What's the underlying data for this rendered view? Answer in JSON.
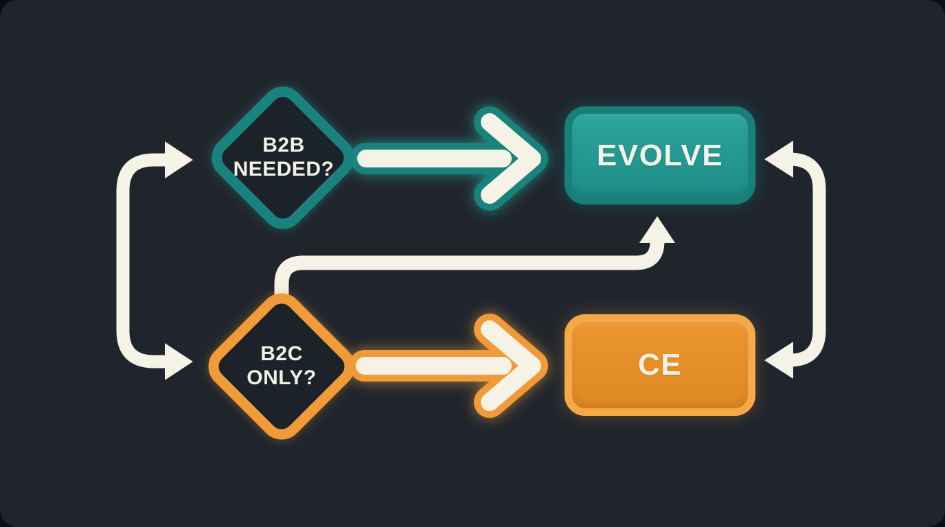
{
  "diagram": {
    "title": "",
    "background_color": "#20252d",
    "nodes": {
      "b2b": {
        "shape": "diamond",
        "line1": "B2B",
        "line2": "NEEDED?",
        "border_color": "#18837e",
        "text_color": "#f2f0e3"
      },
      "b2c": {
        "shape": "diamond",
        "line1": "B2C",
        "line2": "ONLY?",
        "border_color": "#f09b37",
        "text_color": "#f2f0e3"
      },
      "evolve": {
        "shape": "rounded-rect",
        "label": "EVOLVE",
        "border_color": "#16807a",
        "fill_top": "#2ca49c",
        "fill_bottom": "#1d8d87",
        "text_color": "#f5f2e6"
      },
      "ce": {
        "shape": "rounded-rect",
        "label": "CE",
        "border_color": "#f7a946",
        "fill_top": "#ec9630",
        "fill_bottom": "#de8922",
        "text_color": "#f5f2e6"
      }
    },
    "edges": [
      {
        "from": "b2b",
        "to": "evolve",
        "style": "glowing-chevron-arrow",
        "outline_color": "#17837d",
        "core_color": "#f5f2e6",
        "direction": "right"
      },
      {
        "from": "b2c",
        "to": "ce",
        "style": "glowing-chevron-arrow",
        "outline_color": "#f09b37",
        "core_color": "#f5f2e6",
        "direction": "right"
      },
      {
        "from": "b2c",
        "to": "evolve",
        "style": "elbow-arrow",
        "color": "#f5f2e6",
        "direction": "up-into-evolve-bottom"
      },
      {
        "from": "left-loop",
        "to": [
          "b2b",
          "b2c"
        ],
        "style": "bracket-double-arrow",
        "color": "#f5f2e6",
        "direction": "right-into-diamonds"
      },
      {
        "from": "right-loop",
        "to": [
          "evolve",
          "ce"
        ],
        "style": "bracket-double-arrow",
        "color": "#f5f2e6",
        "direction": "left-into-boxes"
      }
    ],
    "colors": {
      "background": "#20252d",
      "teal": "#18837e",
      "orange": "#f09b37",
      "cream": "#f5f2e6"
    }
  }
}
